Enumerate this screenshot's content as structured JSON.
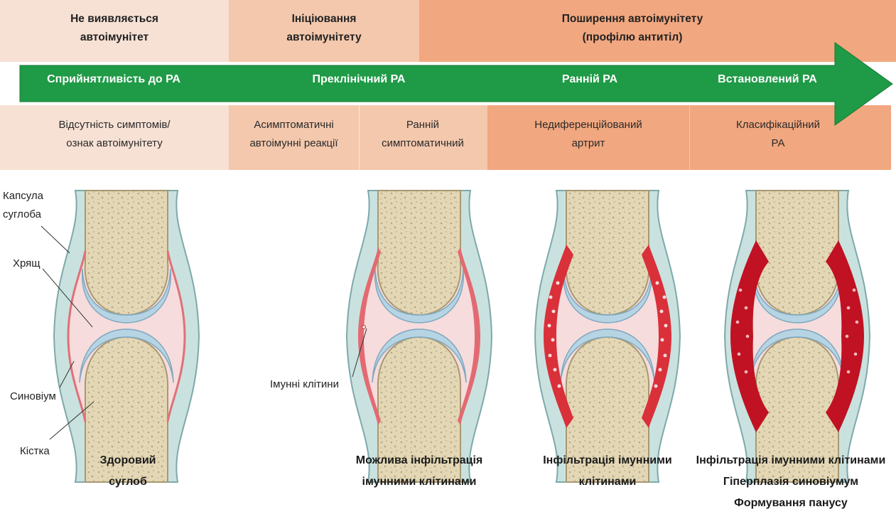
{
  "top_headers": [
    {
      "line1": "Не виявляється",
      "line2": "автоімунітет"
    },
    {
      "line1": "Ініціювання",
      "line2": "автоімунітету"
    },
    {
      "line1": "Поширення автоімунітету",
      "line2": "(профілю антитіл)"
    }
  ],
  "arrow_stages": [
    "Сприйнятливість до РА",
    "Преклінічний РА",
    "Ранній РА",
    "Встановлений РА"
  ],
  "sub_headers": [
    {
      "line1": "Відсутність симптомів/",
      "line2": "ознак автоімунітету"
    },
    {
      "line1": "Асимптоматичні",
      "line2": "автоімунні реакції"
    },
    {
      "line1": "Ранній",
      "line2": "симптоматичний"
    },
    {
      "line1": "Недиференційований",
      "line2": "артрит"
    },
    {
      "line1": "Класифікаційний",
      "line2": "РА"
    }
  ],
  "anatomy_labels": {
    "capsule_line1": "Капсула",
    "capsule_line2": "суглоба",
    "cartilage": "Хрящ",
    "synovium": "Синовіум",
    "bone": "Кістка",
    "immune_cells": "Імунні клітини"
  },
  "captions": [
    [
      "Здоровий",
      "суглоб"
    ],
    [
      "Можлива інфільтрація",
      "імунними клітинами"
    ],
    [
      "Інфільтрація імунними",
      "клітинами"
    ],
    [
      "Інфільтрація імунними клітинами",
      "Гіперплазія синовіумум",
      "Формування панусу"
    ]
  ],
  "colors": {
    "arrow_green": "#1f9a46",
    "capsule": "#c9e2df",
    "bone": "#e3d7b5",
    "cartilage": "#b6d4e3",
    "cavity": "#f6dcdc",
    "synovium_red": "#d9303a",
    "synovium_dark": "#c01222"
  }
}
